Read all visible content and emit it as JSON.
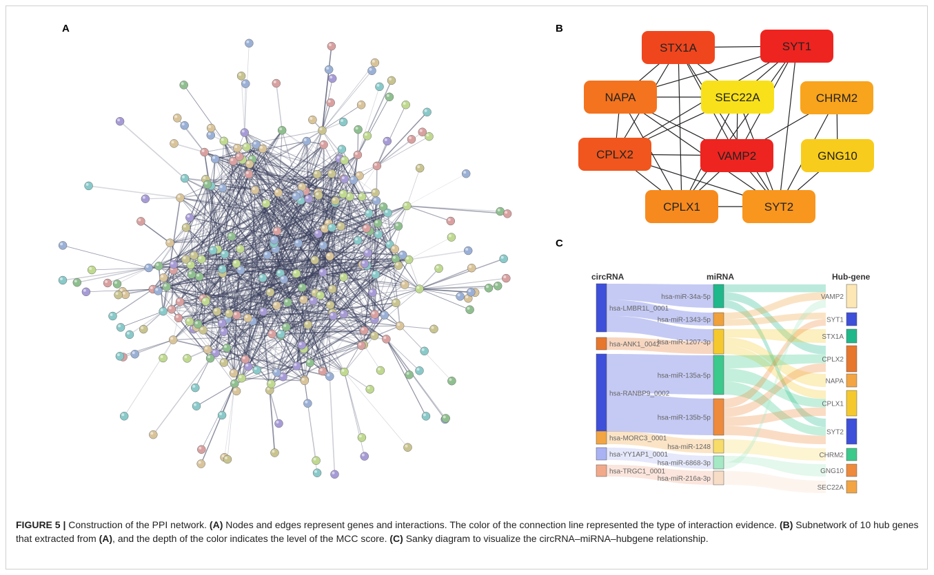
{
  "panel_labels": {
    "a": "A",
    "b": "B",
    "c": "C"
  },
  "panel_a": {
    "node_count": 300,
    "node_colors": [
      "#8fbf8f",
      "#9ab0d6",
      "#c9c48f",
      "#a79bd6",
      "#89c9c9",
      "#d9a0a0",
      "#bfd98f",
      "#d9c49a"
    ],
    "edge_color": "#3a3f5c"
  },
  "panel_b": {
    "nodes": [
      {
        "id": "STX1A",
        "label": "STX1A",
        "color": "#f0461e"
      },
      {
        "id": "SYT1",
        "label": "SYT1",
        "color": "#ee2420"
      },
      {
        "id": "NAPA",
        "label": "NAPA",
        "color": "#f4731e"
      },
      {
        "id": "SEC22A",
        "label": "SEC22A",
        "color": "#f8e11a"
      },
      {
        "id": "CHRM2",
        "label": "CHRM2",
        "color": "#f8a41c"
      },
      {
        "id": "CPLX2",
        "label": "CPLX2",
        "color": "#f0561e"
      },
      {
        "id": "VAMP2",
        "label": "VAMP2",
        "color": "#ee2420"
      },
      {
        "id": "GNG10",
        "label": "GNG10",
        "color": "#f8cc1c"
      },
      {
        "id": "CPLX1",
        "label": "CPLX1",
        "color": "#f68a1e"
      },
      {
        "id": "SYT2",
        "label": "SYT2",
        "color": "#f8961e"
      }
    ],
    "edges": [
      [
        "STX1A",
        "SYT1"
      ],
      [
        "STX1A",
        "NAPA"
      ],
      [
        "STX1A",
        "SEC22A"
      ],
      [
        "STX1A",
        "CPLX2"
      ],
      [
        "STX1A",
        "VAMP2"
      ],
      [
        "STX1A",
        "CPLX1"
      ],
      [
        "STX1A",
        "SYT2"
      ],
      [
        "SYT1",
        "NAPA"
      ],
      [
        "SYT1",
        "SEC22A"
      ],
      [
        "SYT1",
        "CPLX2"
      ],
      [
        "SYT1",
        "VAMP2"
      ],
      [
        "SYT1",
        "CPLX1"
      ],
      [
        "SYT1",
        "SYT2"
      ],
      [
        "NAPA",
        "SEC22A"
      ],
      [
        "NAPA",
        "CPLX2"
      ],
      [
        "NAPA",
        "VAMP2"
      ],
      [
        "NAPA",
        "CPLX1"
      ],
      [
        "NAPA",
        "SYT2"
      ],
      [
        "SEC22A",
        "CPLX2"
      ],
      [
        "SEC22A",
        "VAMP2"
      ],
      [
        "SEC22A",
        "CPLX1"
      ],
      [
        "SEC22A",
        "SYT2"
      ],
      [
        "CHRM2",
        "GNG10"
      ],
      [
        "CHRM2",
        "SYT2"
      ],
      [
        "CHRM2",
        "VAMP2"
      ],
      [
        "GNG10",
        "SYT2"
      ],
      [
        "CPLX2",
        "VAMP2"
      ],
      [
        "CPLX2",
        "CPLX1"
      ],
      [
        "CPLX2",
        "SYT2"
      ],
      [
        "VAMP2",
        "CPLX1"
      ],
      [
        "VAMP2",
        "SYT2"
      ],
      [
        "CPLX1",
        "SYT2"
      ]
    ]
  },
  "panel_c": {
    "headers": {
      "left": "circRNA",
      "mid": "miRNA",
      "right": "Hub-gene"
    },
    "circRNAs": [
      {
        "label": "hsa-LMBR1L_0001",
        "color": "#3e4fd9"
      },
      {
        "label": "hsa-ANK1_0042",
        "color": "#e6772d"
      },
      {
        "label": "hsa-RANBP9_0002",
        "color": "#3e4fd9"
      },
      {
        "label": "hsa-MORC3_0001",
        "color": "#f2a542"
      },
      {
        "label": "hsa-YY1AP1_0001",
        "color": "#a9b2f2"
      },
      {
        "label": "hsa-TRGC1_0001",
        "color": "#f2a98a"
      }
    ],
    "miRNAs": [
      {
        "label": "hsa-miR-34a-5p",
        "color": "#1fb88a"
      },
      {
        "label": "hsa-miR-1343-5p",
        "color": "#f0a13a"
      },
      {
        "label": "hsa-miR-1207-3p",
        "color": "#f5c92e"
      },
      {
        "label": "hsa-miR-135a-5p",
        "color": "#3cc98c"
      },
      {
        "label": "hsa-miR-135b-5p",
        "color": "#ee8a3c"
      },
      {
        "label": "hsa-miR-1248",
        "color": "#f8dc6a"
      },
      {
        "label": "hsa-miR-6868-3p",
        "color": "#a5e8c4"
      },
      {
        "label": "hsa-miR-216a-3p",
        "color": "#f7dcc6"
      }
    ],
    "hubs": [
      {
        "label": "VAMP2",
        "color": "#fde7b5"
      },
      {
        "label": "SYT1",
        "color": "#3e4fd9"
      },
      {
        "label": "STX1A",
        "color": "#1fb88a"
      },
      {
        "label": "CPLX2",
        "color": "#e6772d"
      },
      {
        "label": "NAPA",
        "color": "#f2a542"
      },
      {
        "label": "CPLX1",
        "color": "#f5c92e"
      },
      {
        "label": "SYT2",
        "color": "#3e4fd9"
      },
      {
        "label": "CHRM2",
        "color": "#3cc98c"
      },
      {
        "label": "GNG10",
        "color": "#ee8a3c"
      },
      {
        "label": "SEC22A",
        "color": "#f2a542"
      }
    ],
    "links_circ_mir": [
      [
        0,
        0
      ],
      [
        0,
        1
      ],
      [
        0,
        2
      ],
      [
        1,
        2
      ],
      [
        2,
        3
      ],
      [
        2,
        4
      ],
      [
        3,
        5
      ],
      [
        4,
        6
      ],
      [
        5,
        7
      ]
    ],
    "links_mir_hub": [
      [
        0,
        0
      ],
      [
        0,
        3
      ],
      [
        0,
        6
      ],
      [
        1,
        0
      ],
      [
        1,
        1
      ],
      [
        2,
        2
      ],
      [
        2,
        4
      ],
      [
        2,
        5
      ],
      [
        3,
        3
      ],
      [
        3,
        5
      ],
      [
        3,
        6
      ],
      [
        4,
        1
      ],
      [
        4,
        3
      ],
      [
        4,
        5
      ],
      [
        4,
        6
      ],
      [
        5,
        7
      ],
      [
        6,
        8
      ],
      [
        6,
        0
      ],
      [
        7,
        9
      ]
    ]
  },
  "caption": {
    "label": "FIGURE 5 |",
    "intro": " Construction of the PPI network. ",
    "a_tag": "(A)",
    "a_text": " Nodes and edges represent genes and interactions. The color of the connection line represented the type of interaction evidence. ",
    "b_tag": "(B)",
    "b_text": " Subnetwork of 10 hub genes that extracted from ",
    "b_ref": "(A)",
    "b_text2": ", and the depth of the color indicates the level of the MCC score. ",
    "c_tag": "(C)",
    "c_text": " Sanky diagram to visualize the circRNA–miRNA–hubgene relationship."
  }
}
